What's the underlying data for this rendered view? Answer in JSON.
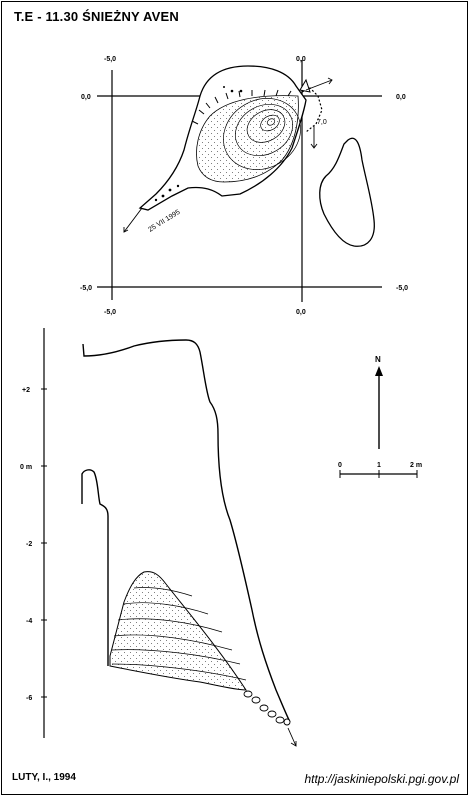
{
  "header": {
    "title": "T.E - 11.30  ŚNIEŻNY AVEN"
  },
  "plan": {
    "grid_labels": {
      "top_left": "-5,0",
      "top_right": "0,0",
      "left_upper": "0,0",
      "right_upper": "0,0",
      "left_lower": "-5,0",
      "right_lower": "-5,0",
      "bottom_left": "-5,0",
      "bottom_right": "0,0"
    },
    "depth_label": "7,0",
    "survey_date": "25 VII 1995"
  },
  "section": {
    "y_ticks": [
      "+2",
      "0 m",
      "-2",
      "-4",
      "-6"
    ]
  },
  "north_arrow": {
    "label": "N"
  },
  "scale_bar": {
    "labels": [
      "0",
      "1",
      "2 m"
    ]
  },
  "footer": {
    "author": "LUTY, I., 1994",
    "url": "http://jaskiniepolski.pgi.gov.pl"
  }
}
